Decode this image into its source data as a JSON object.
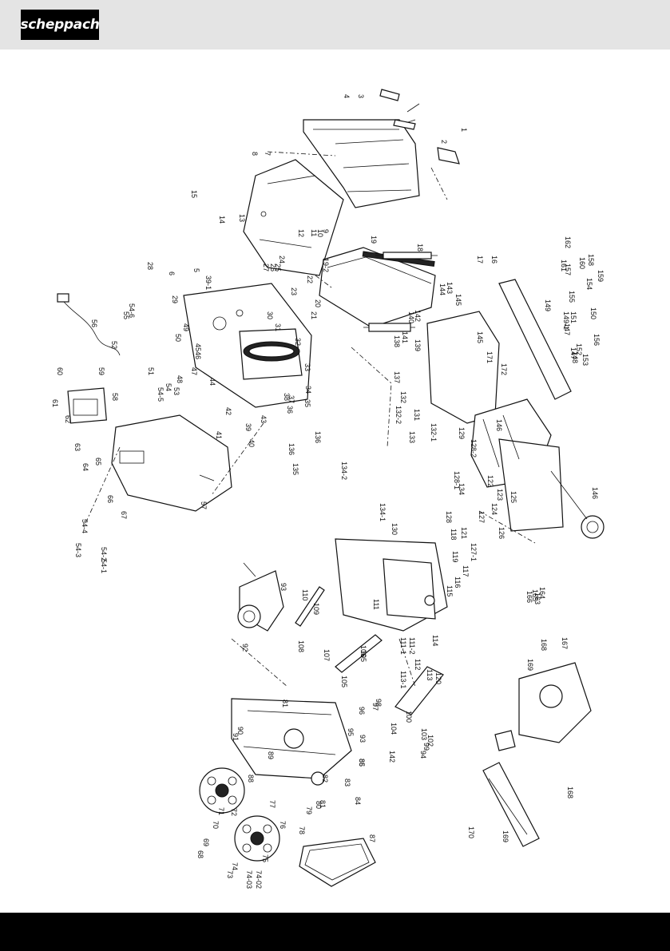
{
  "header": {
    "brand": "scheppach",
    "color": "#e4e4e4"
  },
  "footer": {
    "color": "#000000"
  },
  "labels": [
    {
      "t": "1"
    },
    {
      "t": "2"
    },
    {
      "t": "3"
    },
    {
      "t": "4"
    },
    {
      "t": "5"
    },
    {
      "t": "6"
    },
    {
      "t": "7"
    },
    {
      "t": "8"
    },
    {
      "t": "9"
    },
    {
      "t": "10"
    },
    {
      "t": "11"
    },
    {
      "t": "12"
    },
    {
      "t": "13"
    },
    {
      "t": "14"
    },
    {
      "t": "15"
    },
    {
      "t": "16"
    },
    {
      "t": "17"
    },
    {
      "t": "18"
    },
    {
      "t": "19"
    },
    {
      "t": "19-2"
    },
    {
      "t": "20"
    },
    {
      "t": "21"
    },
    {
      "t": "22"
    },
    {
      "t": "23"
    },
    {
      "t": "24"
    },
    {
      "t": "25"
    },
    {
      "t": "26"
    },
    {
      "t": "27"
    },
    {
      "t": "28"
    },
    {
      "t": "29"
    },
    {
      "t": "30"
    },
    {
      "t": "31"
    },
    {
      "t": "32"
    },
    {
      "t": "33"
    },
    {
      "t": "34"
    },
    {
      "t": "35"
    },
    {
      "t": "36"
    },
    {
      "t": "37"
    },
    {
      "t": "38"
    },
    {
      "t": "39"
    },
    {
      "t": "39-1"
    },
    {
      "t": "40"
    },
    {
      "t": "41"
    },
    {
      "t": "42"
    },
    {
      "t": "43"
    },
    {
      "t": "44"
    },
    {
      "t": "45"
    },
    {
      "t": "46"
    },
    {
      "t": "47"
    },
    {
      "t": "48"
    },
    {
      "t": "49"
    },
    {
      "t": "50"
    },
    {
      "t": "51"
    },
    {
      "t": "52"
    },
    {
      "t": "53"
    },
    {
      "t": "54"
    },
    {
      "t": "54-1"
    },
    {
      "t": "54-2"
    },
    {
      "t": "54-3"
    },
    {
      "t": "54-4"
    },
    {
      "t": "54-5"
    },
    {
      "t": "54-6"
    },
    {
      "t": "55"
    },
    {
      "t": "56"
    },
    {
      "t": "57"
    },
    {
      "t": "58"
    },
    {
      "t": "59"
    },
    {
      "t": "60"
    },
    {
      "t": "61"
    },
    {
      "t": "62"
    },
    {
      "t": "63"
    },
    {
      "t": "64"
    },
    {
      "t": "65"
    },
    {
      "t": "66"
    },
    {
      "t": "67"
    },
    {
      "t": "68"
    },
    {
      "t": "69"
    },
    {
      "t": "70"
    },
    {
      "t": "71"
    },
    {
      "t": "72"
    },
    {
      "t": "73"
    },
    {
      "t": "74"
    },
    {
      "t": "74-02"
    },
    {
      "t": "74-03"
    },
    {
      "t": "75"
    },
    {
      "t": "76"
    },
    {
      "t": "77"
    },
    {
      "t": "78"
    },
    {
      "t": "79"
    },
    {
      "t": "80"
    },
    {
      "t": "81"
    },
    {
      "t": "81"
    },
    {
      "t": "82"
    },
    {
      "t": "83"
    },
    {
      "t": "84"
    },
    {
      "t": "85"
    },
    {
      "t": "86"
    },
    {
      "t": "87"
    },
    {
      "t": "88"
    },
    {
      "t": "89"
    },
    {
      "t": "90"
    },
    {
      "t": "91"
    },
    {
      "t": "92"
    },
    {
      "t": "93"
    },
    {
      "t": "93"
    },
    {
      "t": "94"
    },
    {
      "t": "95"
    },
    {
      "t": "96"
    },
    {
      "t": "97"
    },
    {
      "t": "98"
    },
    {
      "t": "99"
    },
    {
      "t": "100"
    },
    {
      "t": "102"
    },
    {
      "t": "103"
    },
    {
      "t": "104"
    },
    {
      "t": "105"
    },
    {
      "t": "105"
    },
    {
      "t": "106"
    },
    {
      "t": "107"
    },
    {
      "t": "108"
    },
    {
      "t": "109"
    },
    {
      "t": "110"
    },
    {
      "t": "111"
    },
    {
      "t": "111-1"
    },
    {
      "t": "111-2"
    },
    {
      "t": "112"
    },
    {
      "t": "113"
    },
    {
      "t": "113-1"
    },
    {
      "t": "114"
    },
    {
      "t": "115"
    },
    {
      "t": "116"
    },
    {
      "t": "117"
    },
    {
      "t": "118"
    },
    {
      "t": "119"
    },
    {
      "t": "120"
    },
    {
      "t": "121"
    },
    {
      "t": "122"
    },
    {
      "t": "123"
    },
    {
      "t": "124"
    },
    {
      "t": "125"
    },
    {
      "t": "126"
    },
    {
      "t": "127"
    },
    {
      "t": "127-1"
    },
    {
      "t": "128"
    },
    {
      "t": "128-1"
    },
    {
      "t": "128-2"
    },
    {
      "t": "129"
    },
    {
      "t": "130"
    },
    {
      "t": "131"
    },
    {
      "t": "132"
    },
    {
      "t": "132-1"
    },
    {
      "t": "132-2"
    },
    {
      "t": "133"
    },
    {
      "t": "134"
    },
    {
      "t": "134-1"
    },
    {
      "t": "134-2"
    },
    {
      "t": "135"
    },
    {
      "t": "136"
    },
    {
      "t": "136"
    },
    {
      "t": "137"
    },
    {
      "t": "138"
    },
    {
      "t": "139"
    },
    {
      "t": "140"
    },
    {
      "t": "141"
    },
    {
      "t": "142"
    },
    {
      "t": "142"
    },
    {
      "t": "143"
    },
    {
      "t": "144"
    },
    {
      "t": "145"
    },
    {
      "t": "145"
    },
    {
      "t": "146"
    },
    {
      "t": "146"
    },
    {
      "t": "147"
    },
    {
      "t": "147"
    },
    {
      "t": "148"
    },
    {
      "t": "149"
    },
    {
      "t": "149-1"
    },
    {
      "t": "150"
    },
    {
      "t": "151"
    },
    {
      "t": "152"
    },
    {
      "t": "153"
    },
    {
      "t": "154"
    },
    {
      "t": "155"
    },
    {
      "t": "156"
    },
    {
      "t": "157"
    },
    {
      "t": "158"
    },
    {
      "t": "159"
    },
    {
      "t": "160"
    },
    {
      "t": "161"
    },
    {
      "t": "162"
    },
    {
      "t": "163"
    },
    {
      "t": "164"
    },
    {
      "t": "165"
    },
    {
      "t": "166"
    },
    {
      "t": "167"
    },
    {
      "t": "168"
    },
    {
      "t": "168"
    },
    {
      "t": "169"
    },
    {
      "t": "169"
    },
    {
      "t": "170"
    },
    {
      "t": "171"
    },
    {
      "t": "172"
    }
  ]
}
